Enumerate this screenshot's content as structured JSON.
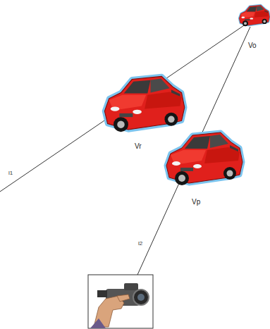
{
  "diagram": {
    "labels": [
      "Vo",
      "Vr",
      "Vp",
      "l1",
      "l2"
    ]
  }
}
